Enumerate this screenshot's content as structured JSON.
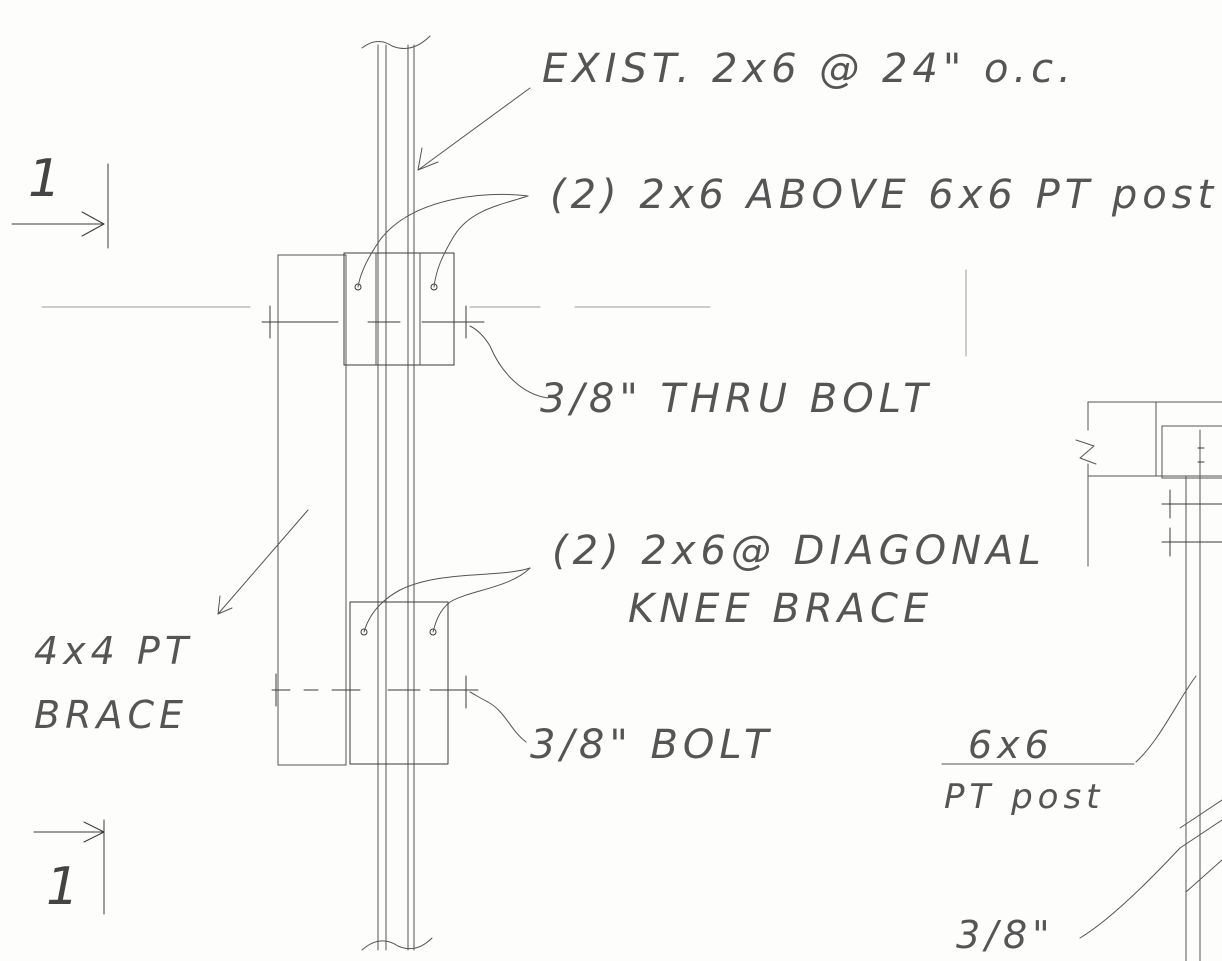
{
  "labels": {
    "existing_joists": "EXIST. 2x6 @ 24\" o.c.",
    "top_block": "(2) 2x6 ABOVE 6x6 PT post",
    "thru_bolt": "3/8\" THRU BOLT",
    "knee_brace": "(2) 2x6@ DIAGONAL",
    "knee_brace_2": "KNEE BRACE",
    "brace_4x4": "4x4  PT",
    "brace_4x4_2": "BRACE",
    "lower_bolt": "3/8\" BOLT",
    "post_6x6": "6x6",
    "post_6x6_2": "PT post",
    "partial_bolt": "3/8\"",
    "section_top": "1",
    "section_bottom": "1"
  }
}
